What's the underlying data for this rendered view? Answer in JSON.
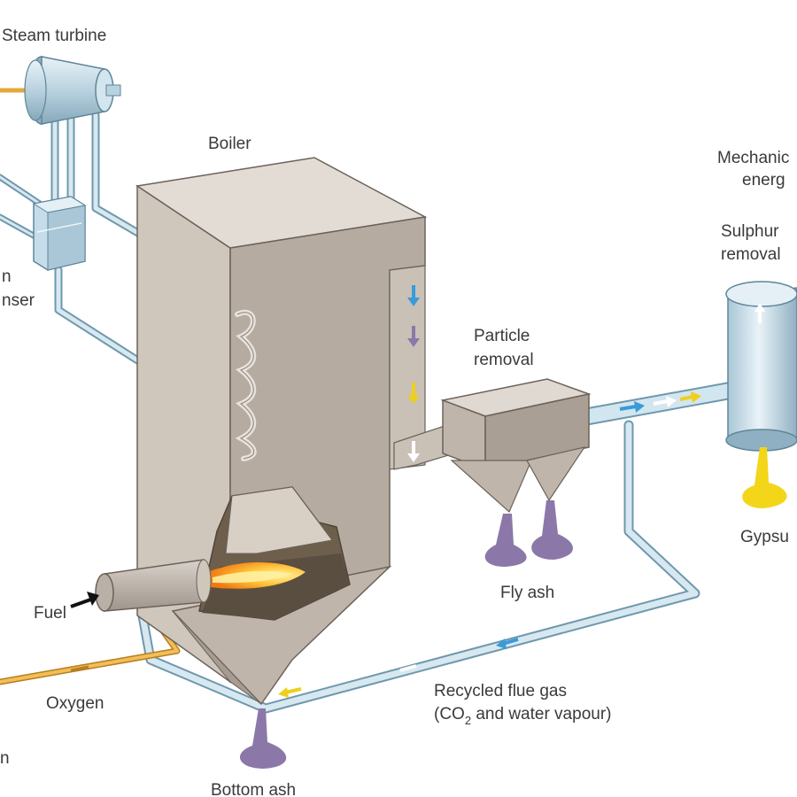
{
  "labels": {
    "steam_turbine": "Steam turbine",
    "boiler": "Boiler",
    "condenser": "nser",
    "condenser_partial_top": "n",
    "mechanical_energy_line1": "Mechanic",
    "mechanical_energy_line2": "energ",
    "sulphur_removal_line1": "Sulphur",
    "sulphur_removal_line2": "removal",
    "particle_removal_line1": "Particle",
    "particle_removal_line2": "removal",
    "gypsum": "Gypsu",
    "fly_ash": "Fly ash",
    "fuel": "Fuel",
    "oxygen": "Oxygen",
    "recycled_flue_gas_line1": "Recycled flue gas",
    "recycled_flue_gas_line2_prefix": "(CO",
    "recycled_flue_gas_line2_sub": "2",
    "recycled_flue_gas_line2_suffix": " and water vapour)",
    "bottom_ash": "Bottom ash",
    "air_partial": "n"
  },
  "colors": {
    "pipe": "#cfe3ee",
    "pipe_stroke": "#6f98ad",
    "boiler_front": "#ccc3b9",
    "boiler_side": "#b7ada2",
    "boiler_top": "#e2dcd5",
    "boiler_stroke": "#6b625a",
    "ash": "#8b78a8",
    "gypsum": "#f3d51a",
    "oxygen_line": "#e3a93a",
    "flame_outer": "#f29a1c",
    "flame_inner": "#ffe36b",
    "arrow_blue": "#3a9bd8",
    "arrow_purple": "#8b78a8",
    "arrow_yellow": "#efcf1c",
    "arrow_white": "#ffffff"
  },
  "icons": [
    "steam-turbine-icon",
    "condenser-icon",
    "boiler-icon",
    "flame-icon",
    "fuel-burner-icon",
    "particle-filter-icon",
    "sulphur-scrubber-icon",
    "flow-arrow-icon"
  ]
}
